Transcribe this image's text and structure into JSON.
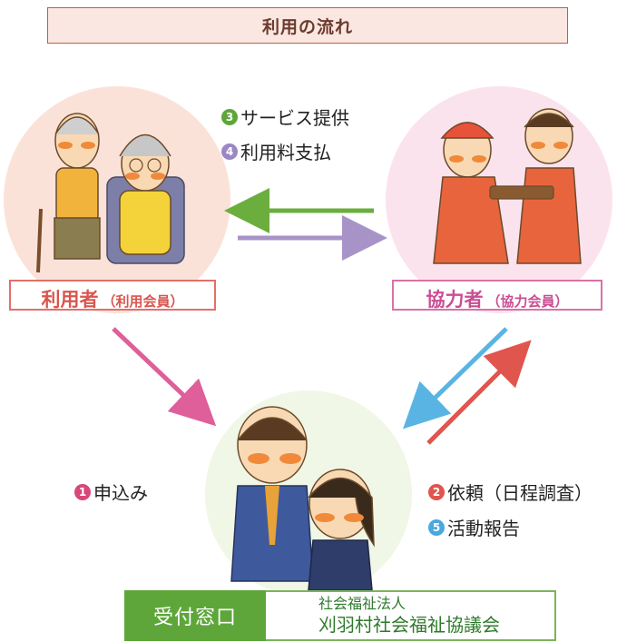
{
  "title": "利用の流れ",
  "user_label": {
    "main": "利用者",
    "sub": "（利用会員）"
  },
  "helper_label": {
    "main": "協力者",
    "sub": "（協力会員）"
  },
  "steps": {
    "s3": {
      "num": "3",
      "text": "サービス提供",
      "color": "#5ea63a"
    },
    "s4": {
      "num": "4",
      "text": "利用料支払",
      "color": "#9c86c4"
    },
    "s1": {
      "num": "1",
      "text": "申込み",
      "color": "#d9467c"
    },
    "s2": {
      "num": "2",
      "text": "依頼（日程調査）",
      "color": "#e0554e"
    },
    "s5": {
      "num": "5",
      "text": "活動報告",
      "color": "#4aa8de"
    }
  },
  "office": {
    "label": "受付窓口",
    "line1": "社会福祉法人",
    "line2": "刈羽村社会福祉協議会"
  },
  "colors": {
    "arrow_service": "#6bae3e",
    "arrow_payment": "#a893c9",
    "arrow_apply": "#de5f9a",
    "arrow_request": "#e0554e",
    "arrow_report": "#5ab4e3"
  }
}
